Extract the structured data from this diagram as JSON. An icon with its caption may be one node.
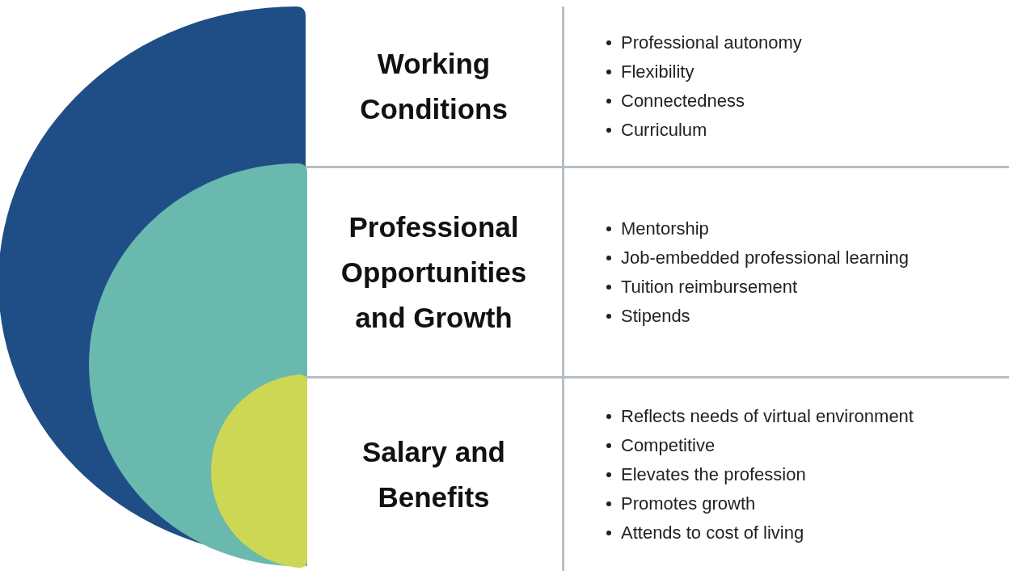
{
  "diagram": {
    "nodes": [
      {
        "text": [
          "Working Conditions",
          "Professional autonomy",
          "Flexibility",
          "Connectedness",
          "Curriculum"
        ]
      },
      {
        "text": [
          "Professional Opportunities and Growth",
          "Mentorship",
          "Job-embedded professional learning",
          "Tuition reimbursement",
          "Stipends"
        ]
      },
      {
        "text": [
          "Salary and Benefits",
          "Reflects needs of virtual environment",
          "Competitive",
          "Elevates the profession",
          "Promotes growth",
          "Attends to cost of living"
        ]
      }
    ]
  }
}
